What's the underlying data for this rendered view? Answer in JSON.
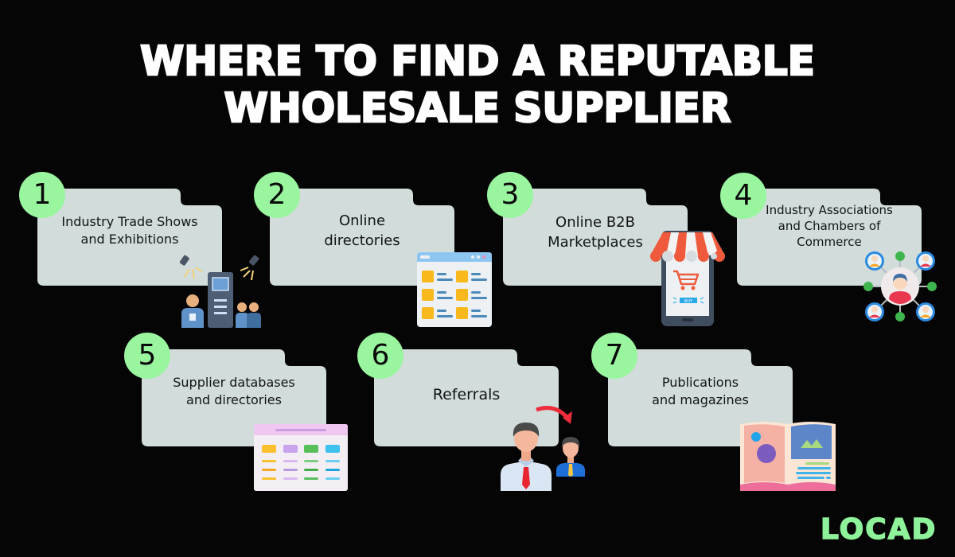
{
  "title": {
    "line1": "WHERE TO FIND A REPUTABLE",
    "line2": "WHOLESALE SUPPLIER"
  },
  "colors": {
    "background": "#050505",
    "card": "#d1dcdb",
    "badge": "#9af59f",
    "logo": "#8ef29a"
  },
  "items": [
    {
      "number": "1",
      "label_line1": "Industry Trade Shows",
      "label_line2": "and Exhibitions",
      "label_line3": "",
      "icon": "trade-show-booth-icon"
    },
    {
      "number": "2",
      "label_line1": "Online",
      "label_line2": "directories",
      "label_line3": "",
      "icon": "web-directory-icon"
    },
    {
      "number": "3",
      "label_line1": "Online B2B",
      "label_line2": "Marketplaces",
      "label_line3": "",
      "icon": "mobile-shop-icon"
    },
    {
      "number": "4",
      "label_line1": "Industry Associations",
      "label_line2": "and Chambers of",
      "label_line3": "Commerce",
      "icon": "network-people-icon"
    },
    {
      "number": "5",
      "label_line1": "Supplier databases",
      "label_line2": "and directories",
      "label_line3": "",
      "icon": "database-table-icon"
    },
    {
      "number": "6",
      "label_line1": "Referrals",
      "label_line2": "",
      "label_line3": "",
      "icon": "referral-people-icon"
    },
    {
      "number": "7",
      "label_line1": "Publications",
      "label_line2": "and magazines",
      "label_line3": "",
      "icon": "open-magazine-icon"
    }
  ],
  "illustration_text": {
    "buy_button": "BUY"
  },
  "logo": {
    "text": "LOCAD"
  }
}
